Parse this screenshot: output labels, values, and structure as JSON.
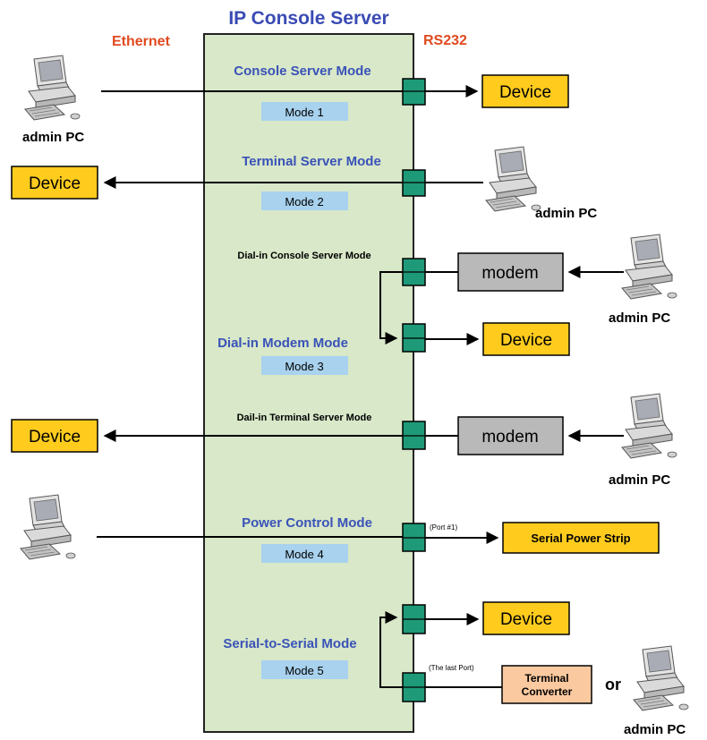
{
  "diagram": {
    "title": "IP Console Server",
    "left_side_label": "Ethernet",
    "right_side_label": "RS232",
    "colors": {
      "title": "#3a4bb4",
      "side_label": "#e04a1f",
      "mode_label": "#3a52b8",
      "server_fill": "#d8e8c8",
      "port_fill": "#1e9a78",
      "device_fill": "#ffcc1e",
      "modem_fill": "#b9b9b9",
      "badge_fill": "#a8d2ee",
      "converter_fill": "#fbc9a0"
    },
    "modes": {
      "console_server": "Console Server Mode",
      "terminal_server": "Terminal Server Mode",
      "dialin_console": "Dial-in Console Server Mode",
      "dialin_modem": "Dial-in Modem Mode",
      "dialin_terminal": "Dail-in Terminal Server Mode",
      "power_control": "Power Control Mode",
      "serial_to_serial": "Serial-to-Serial Mode"
    },
    "badges": [
      "Mode 1",
      "Mode 2",
      "Mode 3",
      "Mode 4",
      "Mode 5"
    ],
    "device_label": "Device",
    "modem_label": "modem",
    "admin_label": "admin PC",
    "power_strip_label": "Serial Power Strip",
    "converter_line1": "Terminal",
    "converter_line2": "Converter",
    "or_label": "or",
    "port1_label": "(Port #1)",
    "last_port_label": "(The last Port)"
  }
}
